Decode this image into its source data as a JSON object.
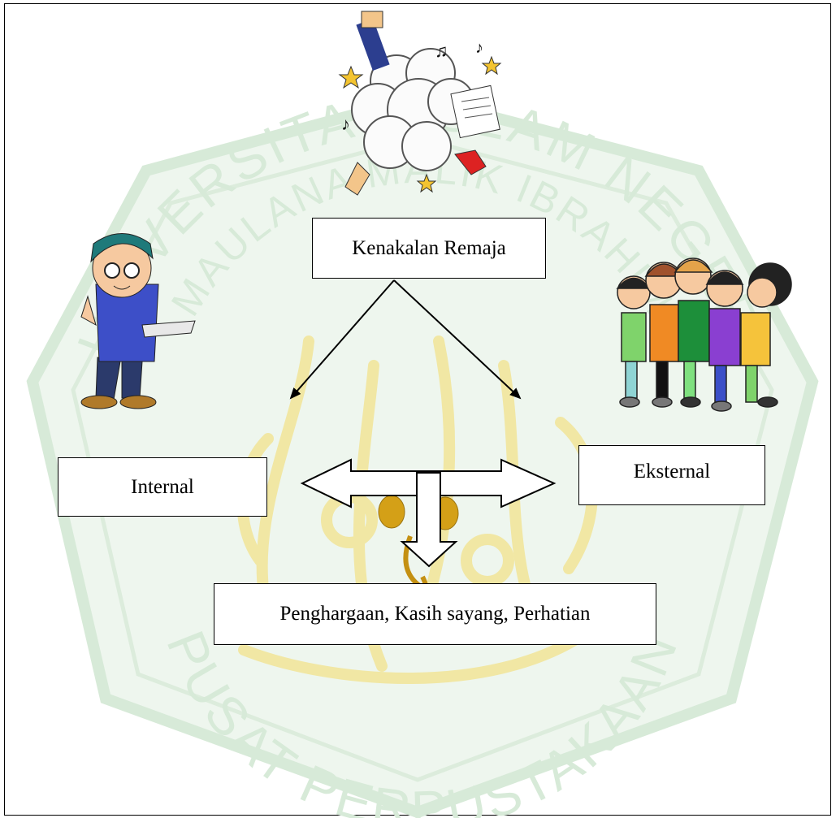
{
  "watermark": {
    "outer_arc_text": "UNIVERSITAS ISLAM NEGERI",
    "inner_arc_text": "MAULANA MALIK IBRAHIM",
    "bottom_arc_text": "PUSAT PERPUSTAKAAN",
    "color": "#d7ead8",
    "emblem_color": "#f1e7a4"
  },
  "nodes": {
    "top": "Kenakalan Remaja",
    "left": "Internal",
    "right": "Eksternal",
    "bottom": "Penghargaan, Kasih sayang, Perhatian"
  },
  "icons": {
    "top": "fighting-cloud-icon",
    "left": "boy-reading-icon",
    "right": "group-of-friends-icon",
    "center": "golden-lamp-icon"
  }
}
